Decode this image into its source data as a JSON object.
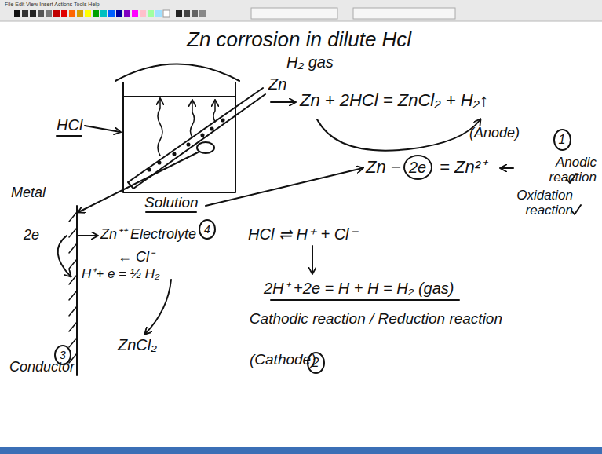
{
  "diagram": {
    "title": "Zn corrosion in dilute Hcl",
    "nodes": [
      {
        "text": [
          "1"
        ]
      },
      {
        "text": [
          "2e"
        ]
      },
      {
        "text": [
          "4"
        ]
      },
      {
        "text": [
          "2"
        ]
      },
      {
        "text": [
          "3"
        ]
      }
    ],
    "labels": [
      "File Edit View Insert Actions Tools Help",
      "H₂ gas",
      "HCl",
      "Zn",
      "Zn + 2HCl = ZnCl₂ + H₂↑",
      "(Anode)",
      "Zn −",
      "= Zn²⁺",
      "Anodic reaction",
      "Oxidation reaction",
      "Metal",
      "Solution",
      "2e",
      "Zn⁺⁺ Electrolyte",
      "HCl ⇌ H⁺ + Cl⁻",
      "← Cl⁻",
      "H⁺+ e = ½ H₂",
      "2H⁺ +2e = H + H = H₂ (gas)",
      "Conductor",
      "ZnCl₂",
      "Cathodic reaction / Reduction reaction",
      "(Cathode)"
    ]
  }
}
